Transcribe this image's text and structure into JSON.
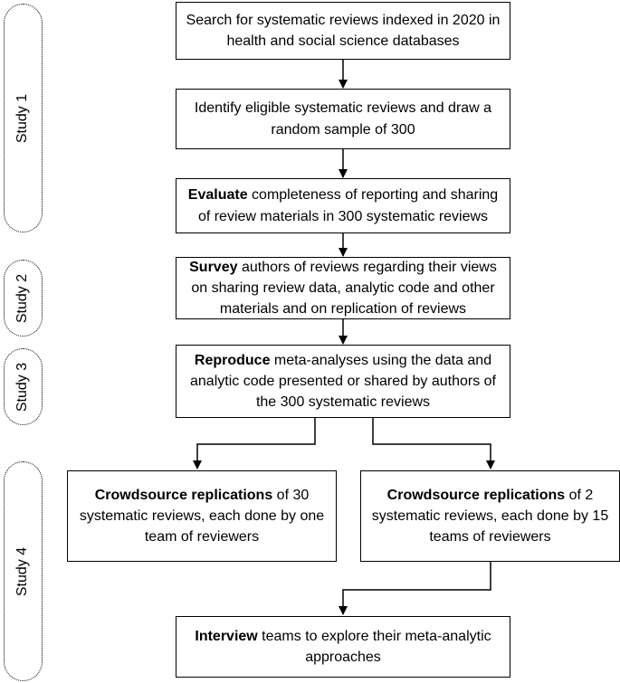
{
  "studies": [
    {
      "label": "Study 1"
    },
    {
      "label": "Study 2"
    },
    {
      "label": "Study 3"
    },
    {
      "label": "Study 4"
    }
  ],
  "boxes": {
    "search": {
      "bold": "",
      "text": "Search for systematic reviews indexed in 2020 in health and social science databases"
    },
    "identify": {
      "bold": "",
      "text": "Identify eligible systematic reviews and draw a random sample of 300"
    },
    "evaluate": {
      "bold": "Evaluate",
      "text": " completeness of reporting and sharing of review materials in 300 systematic reviews"
    },
    "survey": {
      "bold": "Survey",
      "text": " authors of reviews regarding their views on sharing review data, analytic code and other materials and on replication of reviews"
    },
    "reproduce": {
      "bold": "Reproduce",
      "text": " meta-analyses using the data and analytic code presented or shared by authors of the 300 systematic reviews"
    },
    "crowd30": {
      "bold": "Crowdsource replications",
      "text": " of 30 systematic reviews, each done by one team of reviewers"
    },
    "crowd2": {
      "bold": "Crowdsource replications",
      "text": " of 2 systematic reviews, each done by 15 teams of reviewers"
    },
    "interview": {
      "bold": "Interview",
      "text": " teams to explore their meta-analytic approaches"
    }
  }
}
